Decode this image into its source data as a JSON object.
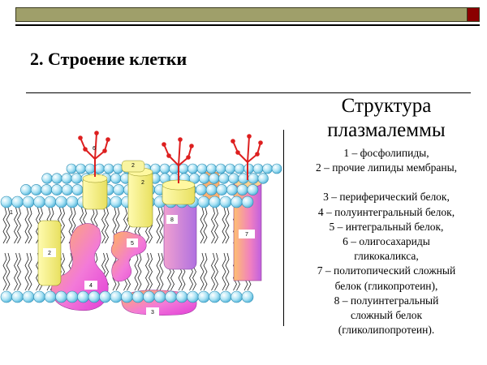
{
  "slide": {
    "title": "2. Строение клетки"
  },
  "heading": {
    "line1": "Структура",
    "line2": "плазмалеммы"
  },
  "legend": [
    "1 – фосфолипиды,",
    "2 – прочие липиды мембраны,",
    "3 – периферический белок,",
    "4 – полуинтегральный белок,",
    "5 – интегральный белок,",
    "6 – олигосахариды",
    "гликокаликса,",
    "7 – политопический сложный",
    "белок (гликопротеин),",
    "8 – полуинтегральный",
    "сложный белок",
    "(гликолипопротеин)."
  ],
  "diagram_labels": {
    "l1": "1",
    "l2a": "2",
    "l2b": "2",
    "l2c": "2",
    "l3": "3",
    "l4": "4",
    "l5": "5",
    "l6": "6",
    "l7": "7",
    "l8": "8"
  },
  "colors": {
    "head_fill": "#aee4f5",
    "head_stroke": "#2a8ab0",
    "sugar": "#dd1f1f",
    "protein_yellow": "#f2f07a",
    "protein_orange": "#ffb070",
    "protein_pink": "#f06ce0",
    "protein_violet": "#c58be8",
    "topbar": "#9f9f6a",
    "topbar_square": "#8b0000"
  }
}
